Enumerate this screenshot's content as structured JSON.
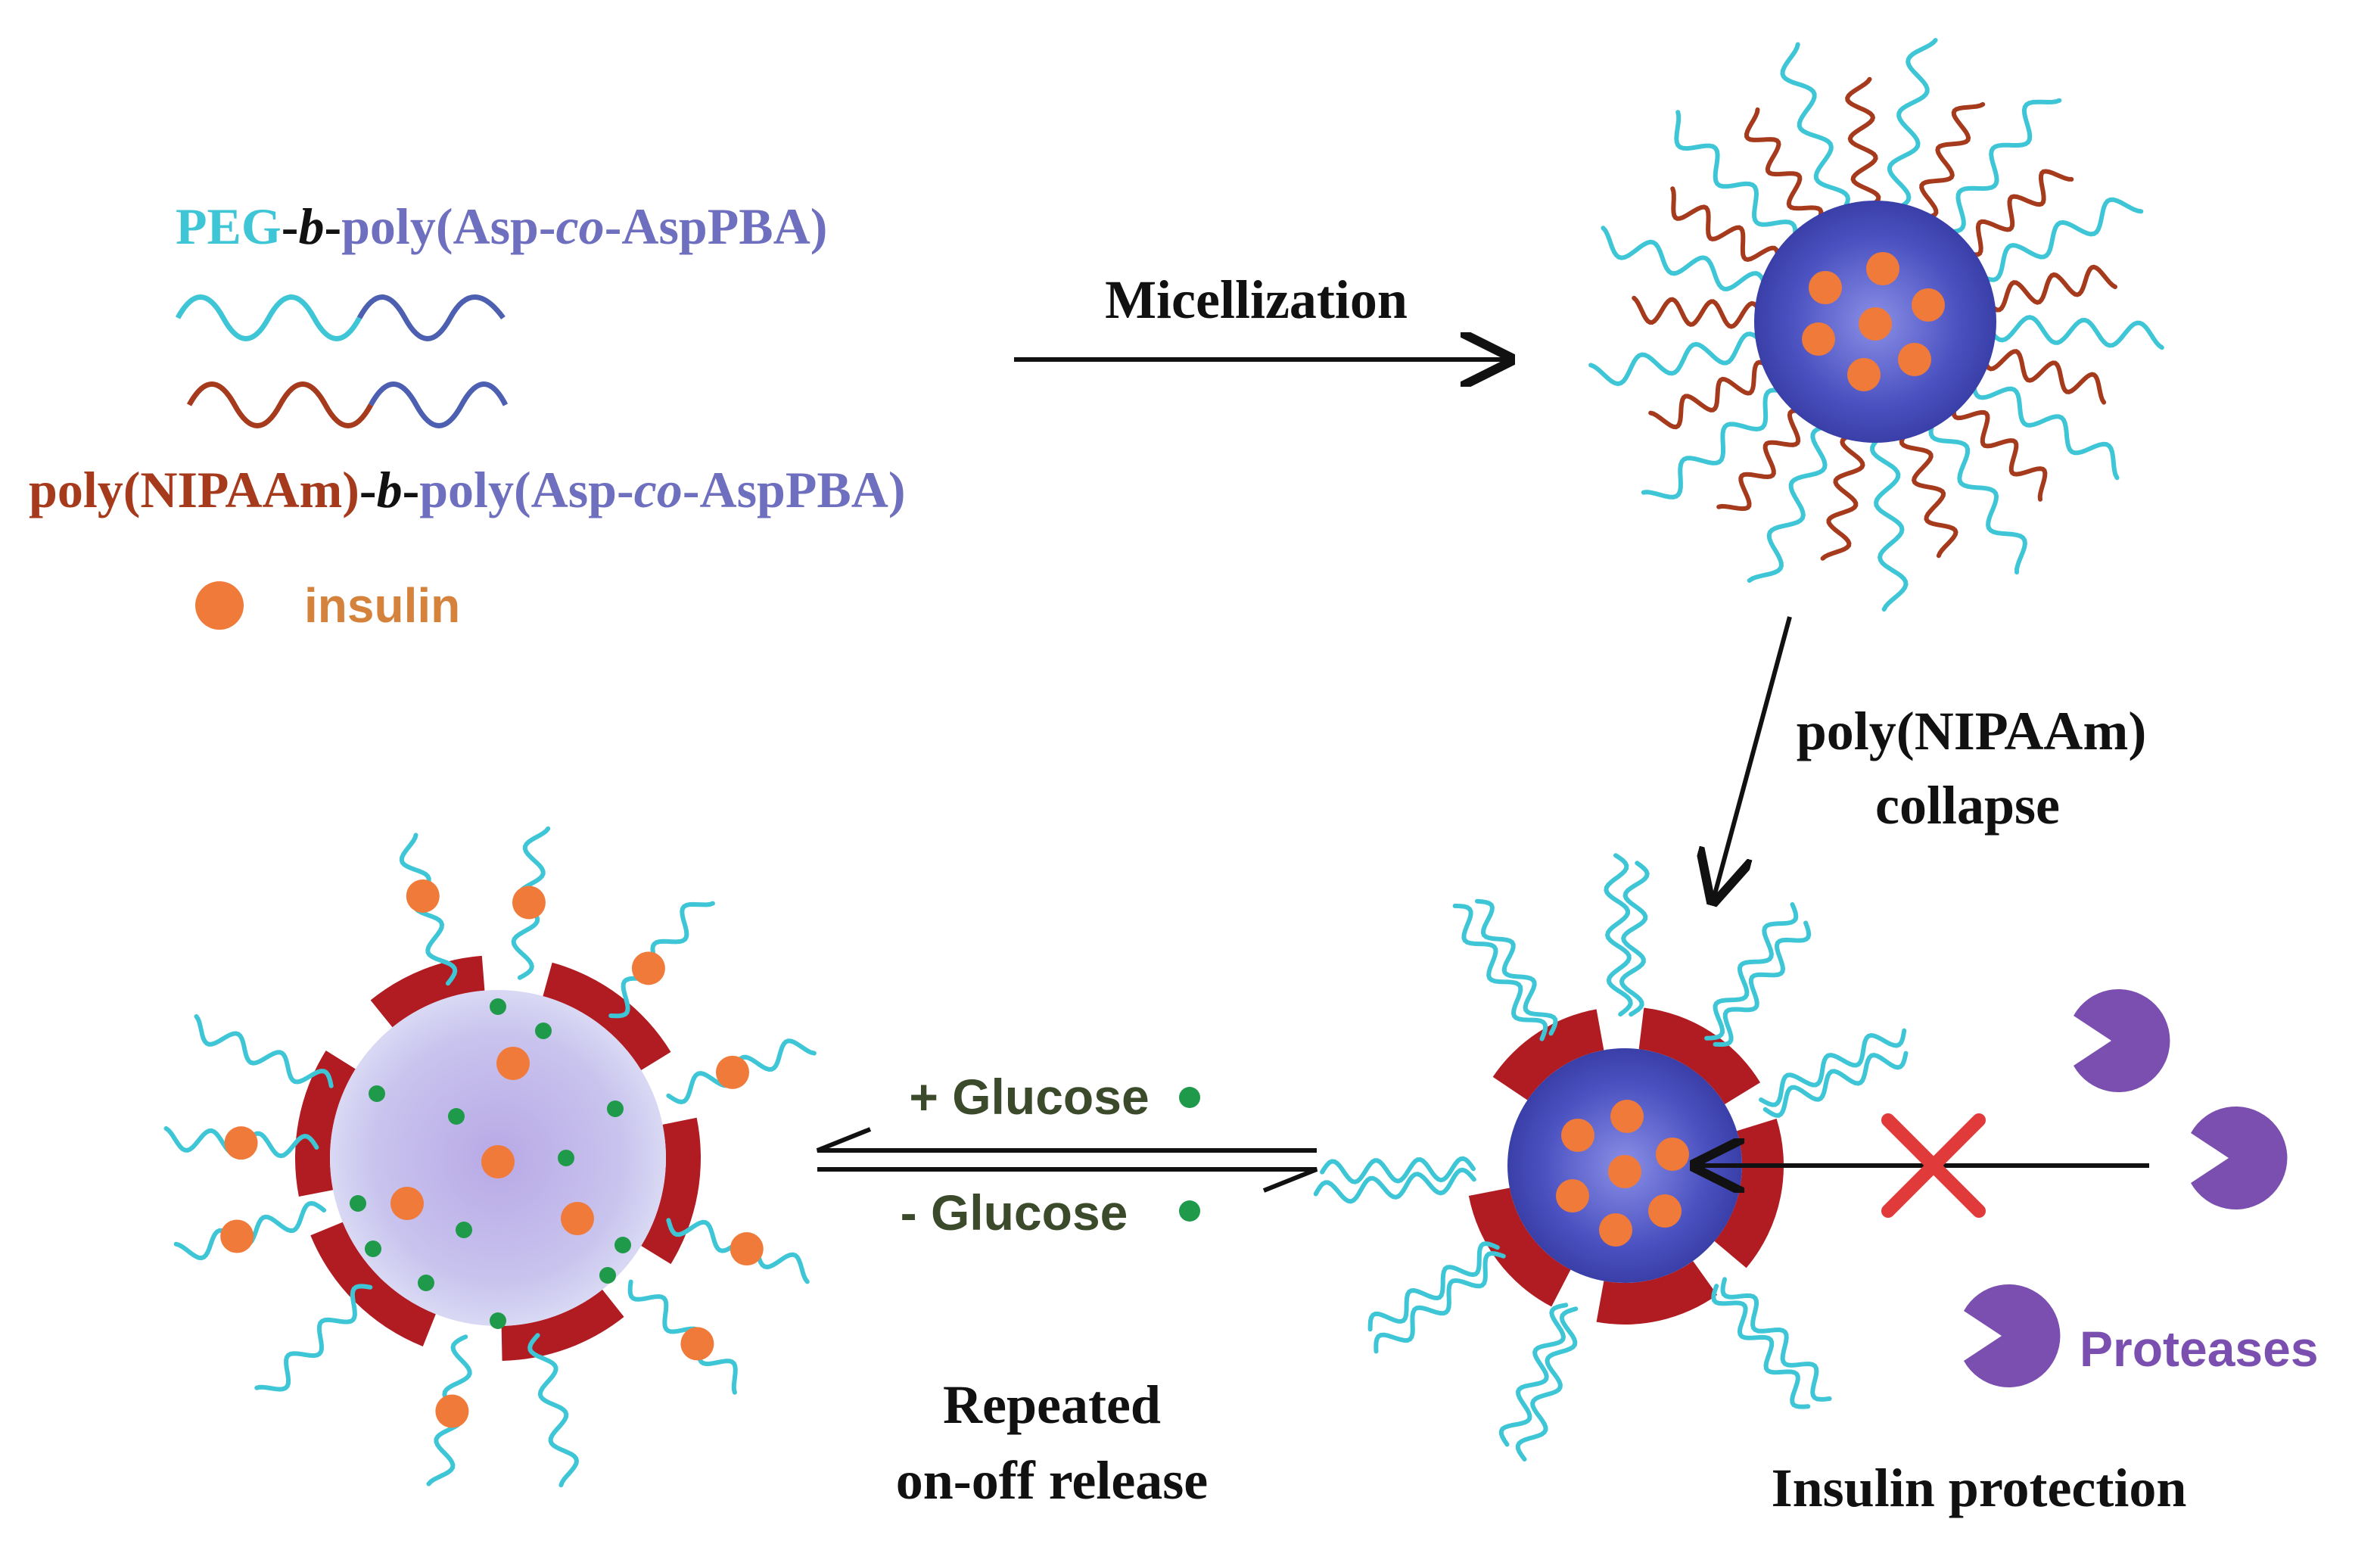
{
  "legend": {
    "peg_polymer": {
      "part1": "PEG",
      "part2": "-",
      "part3": "b",
      "part4": "-",
      "part5": "poly(Asp-",
      "part6": "co",
      "part7": "-AspPBA)"
    },
    "nipaam_polymer": {
      "part1": "poly(NIPAAm)",
      "part2": "-",
      "part3": "b",
      "part4": "-",
      "part5": "poly(Asp-",
      "part6": "co",
      "part7": "-AspPBA)"
    },
    "insulin": "insulin"
  },
  "steps": {
    "micellization": "Micellization",
    "collapse_line1": "poly(NIPAAm)",
    "collapse_line2": "collapse",
    "plus_glucose": "+ Glucose",
    "minus_glucose": "- Glucose",
    "repeated_line1": "Repeated",
    "repeated_line2": "on-off release",
    "insulin_protection": "Insulin protection",
    "proteases": "Proteases"
  },
  "colors": {
    "peg": "#3fc6d6",
    "nipaam": "#a63a1c",
    "aspba": "#6f6fbf",
    "insulin": "#f07a3a",
    "glucose": "#1f9a4a",
    "shell": "#b01c22",
    "protease": "#7b4fb0",
    "blocked": "#e03a3a",
    "text_dark": "#111111",
    "glucose_text": "#3b4a2a"
  }
}
